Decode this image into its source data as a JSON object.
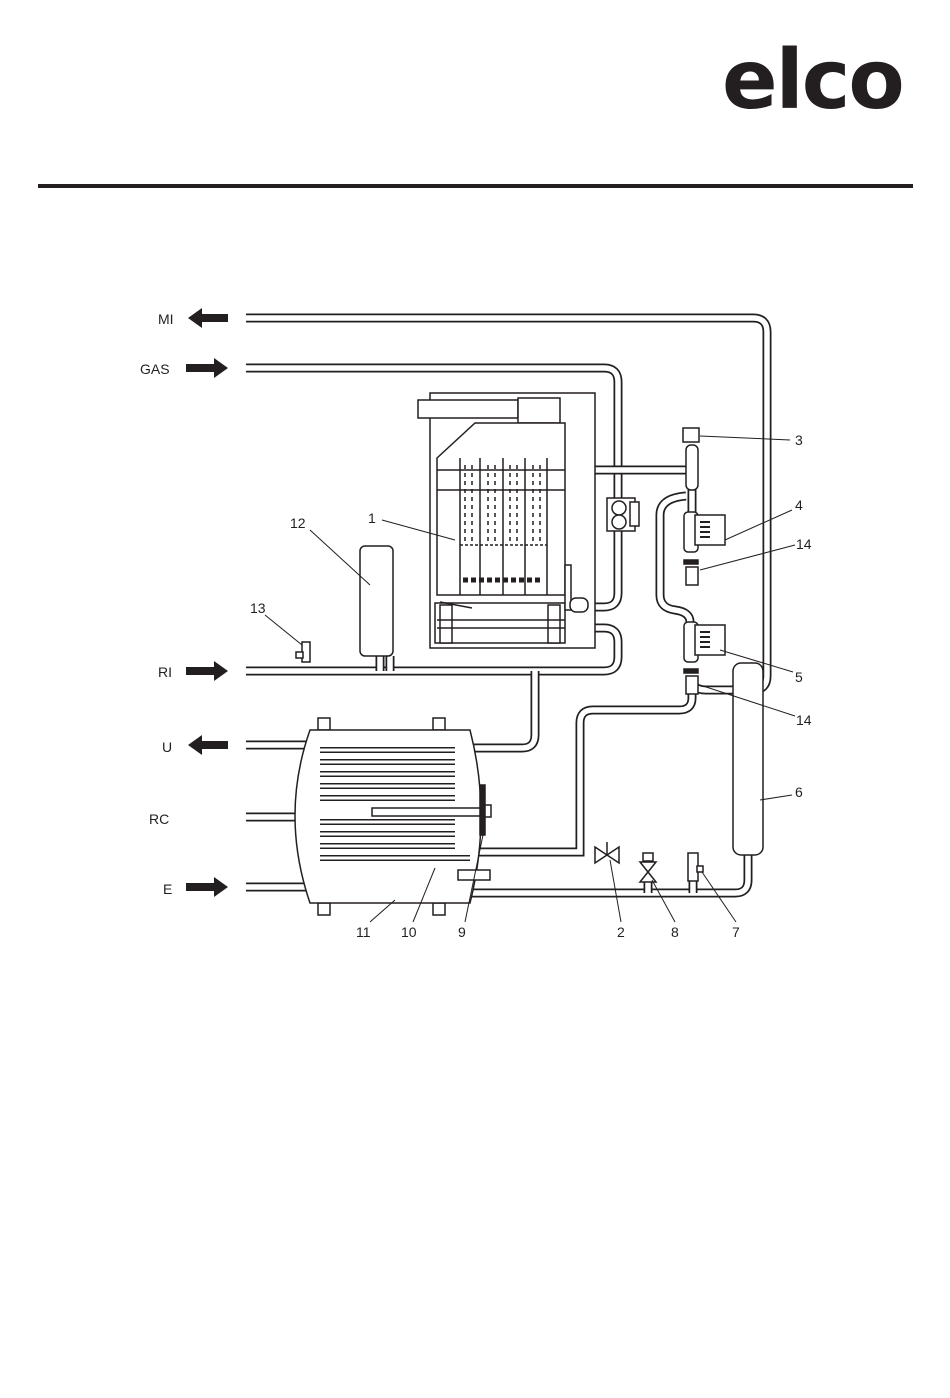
{
  "logo": {
    "text": "elco"
  },
  "colors": {
    "ink": "#231f20",
    "background": "#ffffff"
  },
  "connections": {
    "mi": "MI",
    "gas": "GAS",
    "ri": "RI",
    "u": "U",
    "rc": "RC",
    "e": "E"
  },
  "callouts": {
    "c1": "1",
    "c2": "2",
    "c3": "3",
    "c4": "4",
    "c5": "5",
    "c6": "6",
    "c7": "7",
    "c8": "8",
    "c9": "9",
    "c10": "10",
    "c11": "11",
    "c12": "12",
    "c13": "13",
    "c14a": "14",
    "c14b": "14"
  }
}
